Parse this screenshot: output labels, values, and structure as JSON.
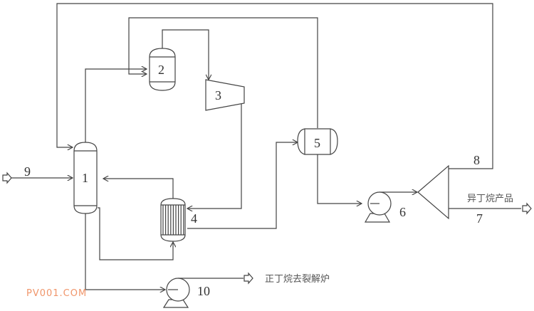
{
  "diagram": {
    "type": "process-flow-diagram",
    "equipment": [
      {
        "id": "1",
        "kind": "column"
      },
      {
        "id": "2",
        "kind": "vessel"
      },
      {
        "id": "3",
        "kind": "compressor"
      },
      {
        "id": "4",
        "kind": "heat-exchanger"
      },
      {
        "id": "5",
        "kind": "drum"
      },
      {
        "id": "6",
        "kind": "pump"
      },
      {
        "id": "10",
        "kind": "pump"
      }
    ],
    "streams": [
      {
        "id": "7",
        "label": "异丁烷产品"
      },
      {
        "id": "8"
      },
      {
        "id": "9"
      },
      {
        "id": "10-out",
        "label": "正丁烷去裂解炉"
      }
    ],
    "labels": {
      "n1": "1",
      "n2": "2",
      "n3": "3",
      "n4": "4",
      "n5": "5",
      "n6": "6",
      "n7": "7",
      "n8": "8",
      "n9": "9",
      "n10": "10",
      "product_isobutane": "异丁烷产品",
      "nbutane_to_cracker": "正丁烷去裂解炉"
    },
    "watermark": "PV001.COM",
    "colors": {
      "line": "#444444",
      "watermark": "#f0956a"
    }
  }
}
